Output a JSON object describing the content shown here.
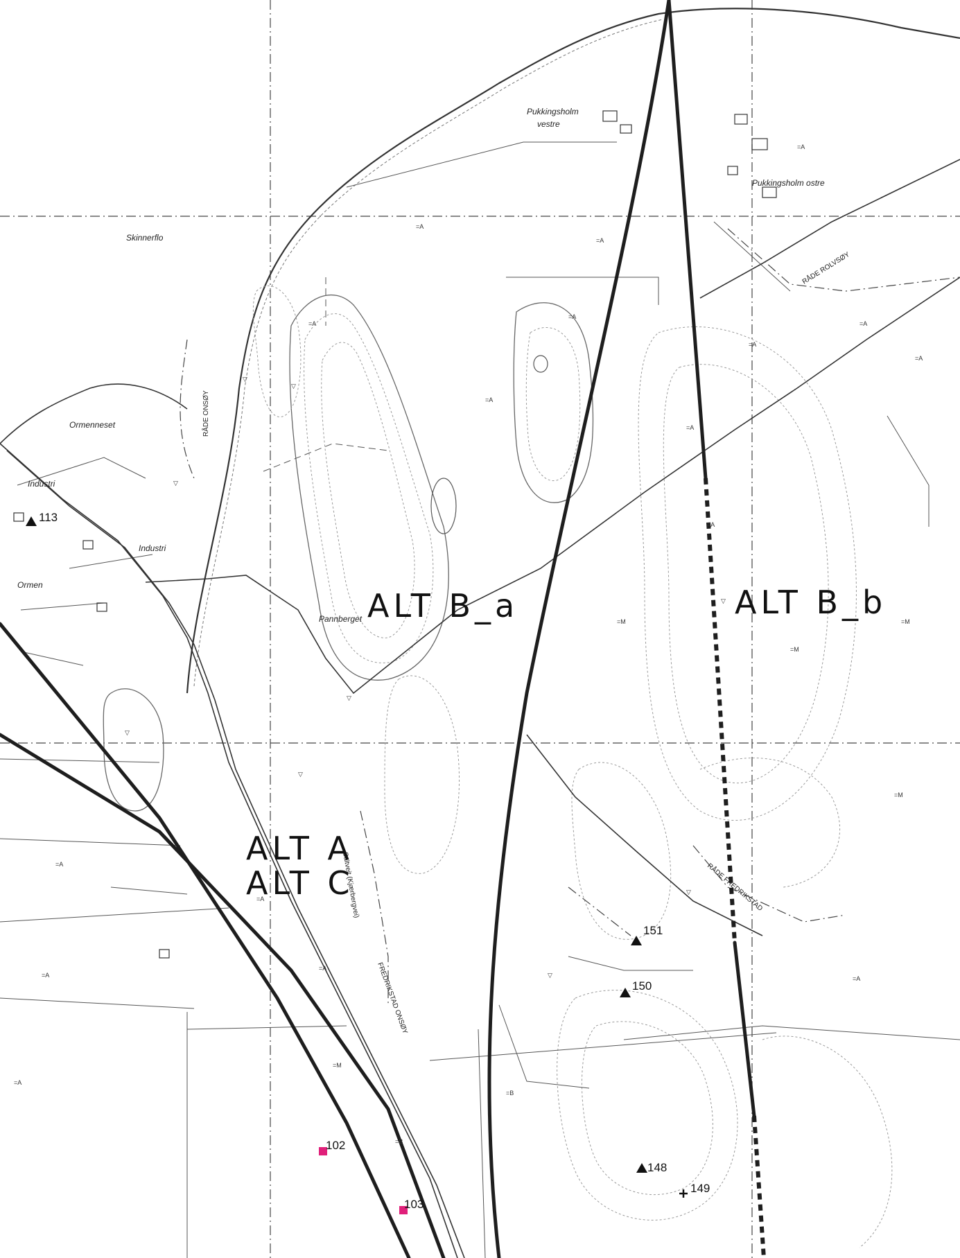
{
  "place_names": {
    "skinnerflo": "Skinnerflo",
    "pukkingsholm_vestre_1": "Pukkingsholm",
    "pukkingsholm_vestre_2": "vestre",
    "pukkingsholm_ostre": "Pukkingsholm ostre",
    "ormenneset": "Ormenneset",
    "ormen": "Ormen",
    "industri_1": "Industri",
    "industri_2": "Industri",
    "pannberget": "Pannberget"
  },
  "route_labels": {
    "alt_b_a": "ALT B_a",
    "alt_b_b": "ALT B_b",
    "alt_a": "ALT A",
    "alt_c": "ALT C"
  },
  "border_labels": {
    "rade_onsoy": "RÅDE ONSØY",
    "rade_rolvsoy": "RÅDE ROLVSØY",
    "fredrikstad_onsoy": "FREDRIKSTAD ONSØY",
    "fredrikstad_rade": "RÅDE FREDRIKSTAD",
    "saltveit": "Saltveit (Kjærbergvei)"
  },
  "points": {
    "p113": "113",
    "p151": "151",
    "p150": "150",
    "p148": "148",
    "p149": "149",
    "p102": "102",
    "p103": "103"
  },
  "colors": {
    "route": "#1e1e1e",
    "marker_magenta": "#e0207a",
    "base_lines": "#555555"
  }
}
